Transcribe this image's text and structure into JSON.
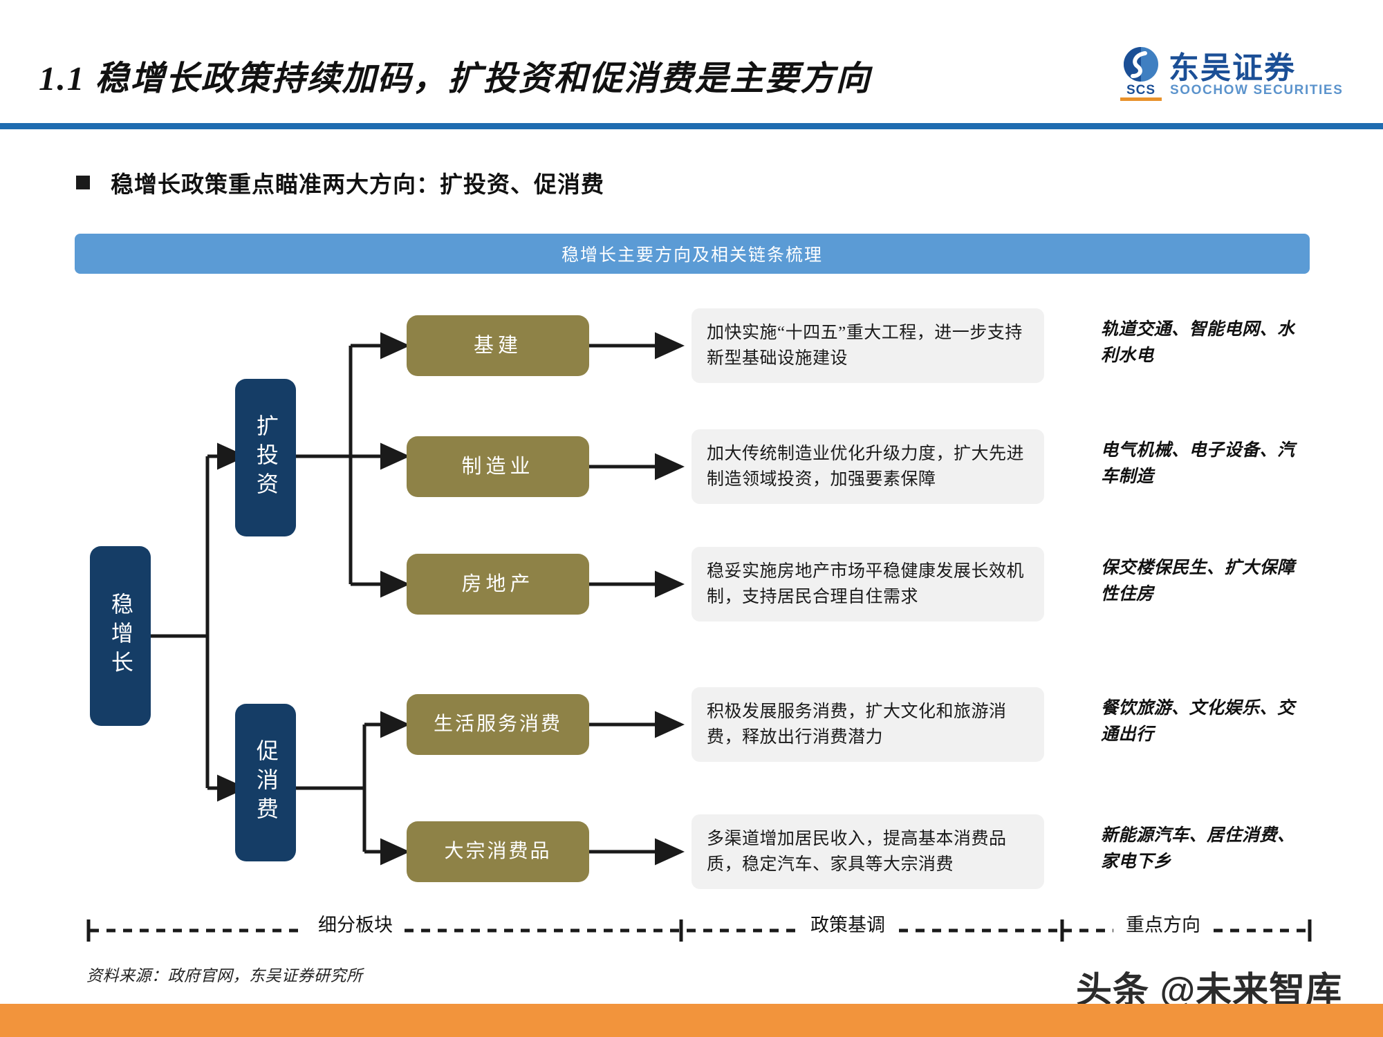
{
  "header": {
    "title": "1.1 稳增长政策持续加码，扩投资和促消费是主要方向",
    "rule_color": "#1f6cb0",
    "logo": {
      "mark_name": "soochow-securities-logo",
      "scs": "SCS",
      "chinese": "东吴证券",
      "english": "SOOCHOW SECURITIES",
      "brand_color": "#1b4f96",
      "accent_color": "#e8922c"
    }
  },
  "bullet": {
    "marker": "square-bullet-icon",
    "text": "稳增长政策重点瞄准两大方向：扩投资、促消费"
  },
  "banner": {
    "text": "稳增长主要方向及相关链条梳理",
    "bg_color": "#5b9bd5"
  },
  "diagram": {
    "root": {
      "label": "稳增长",
      "color": "#153d66"
    },
    "branches": [
      {
        "label": "扩投资",
        "color": "#153d66"
      },
      {
        "label": "促消费",
        "color": "#153d66"
      }
    ],
    "sector_color": "#8e8247",
    "rows": [
      {
        "sector": "基建",
        "policy": "加快实施“十四五”重大工程，进一步支持新型基础设施建设",
        "focus": "轨道交通、智能电网、水利水电"
      },
      {
        "sector": "制造业",
        "policy": "加大传统制造业优化升级力度，扩大先进制造领域投资，加强要素保障",
        "focus": "电气机械、电子设备、汽车制造"
      },
      {
        "sector": "房地产",
        "policy": "稳妥实施房地产市场平稳健康发展长效机制，支持居民合理自住需求",
        "focus": "保交楼保民生、扩大保障性住房"
      },
      {
        "sector": "生活服务消费",
        "policy": "积极发展服务消费，扩大文化和旅游消费，释放出行消费潜力",
        "focus": "餐饮旅游、文化娱乐、交通出行"
      },
      {
        "sector": "大宗消费品",
        "policy": "多渠道增加居民收入，提高基本消费品质，稳定汽车、家具等大宗消费",
        "focus": "新能源汽车、居住消费、家电下乡"
      }
    ]
  },
  "legend": {
    "items": [
      "细分板块",
      "政策基调",
      "重点方向"
    ]
  },
  "footer": {
    "source": "资料来源：政府官网，东吴证券研究所",
    "watermark": "头条 @未来智库",
    "bar_color": "#f2943c"
  }
}
